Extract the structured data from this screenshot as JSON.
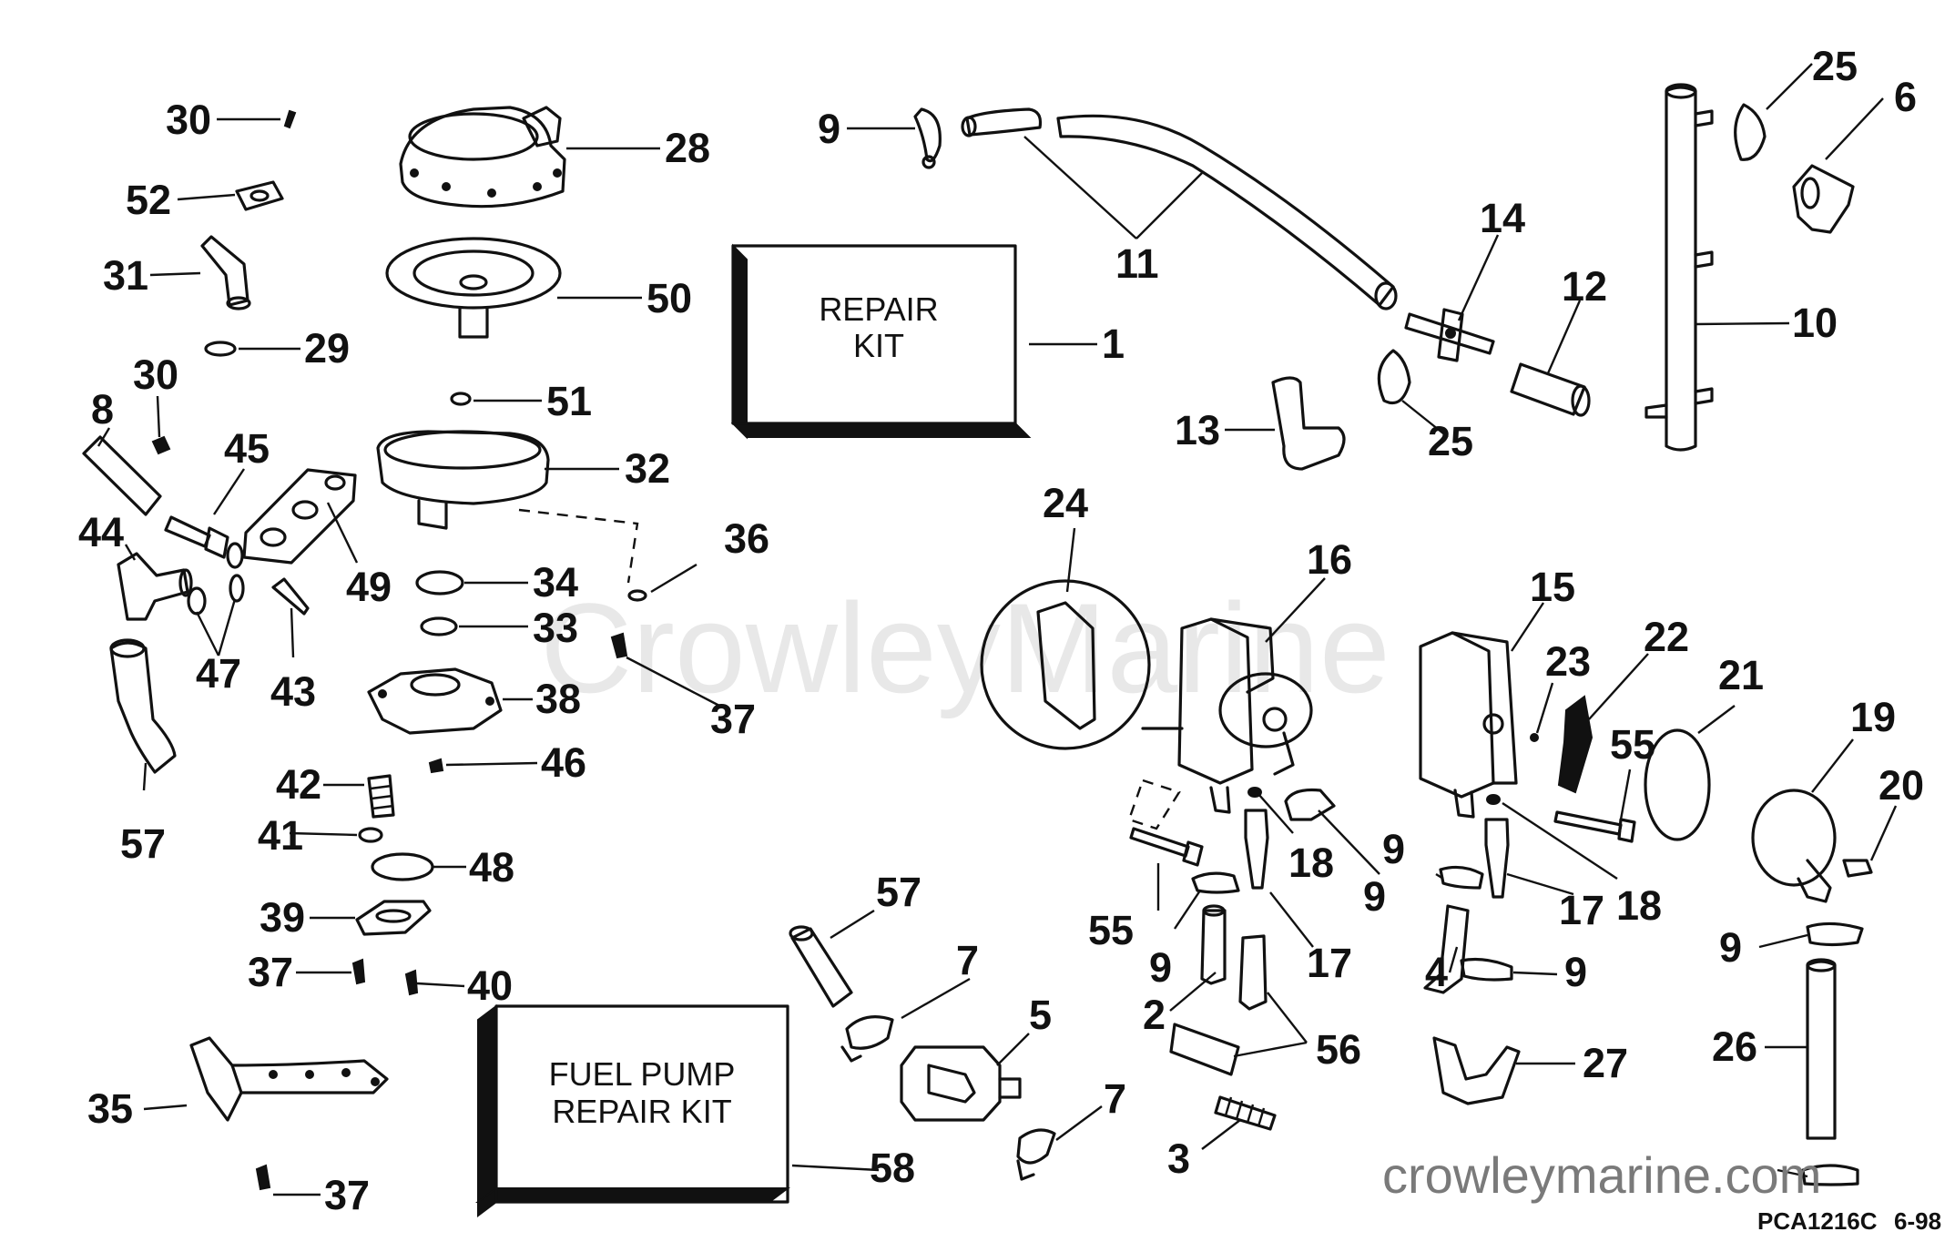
{
  "diagram": {
    "watermark": "CrowleyMarine",
    "website": "crowleymarine.com",
    "figure_code": "PCA1216C",
    "figure_date": "6-98",
    "kits": [
      {
        "id": "repair-kit",
        "lines": [
          "REPAIR",
          "KIT"
        ]
      },
      {
        "id": "fuel-pump-repair-kit",
        "lines": [
          "FUEL PUMP",
          "REPAIR KIT"
        ]
      }
    ],
    "callouts": [
      {
        "n": "30"
      },
      {
        "n": "52"
      },
      {
        "n": "31"
      },
      {
        "n": "29"
      },
      {
        "n": "30"
      },
      {
        "n": "8"
      },
      {
        "n": "45"
      },
      {
        "n": "44"
      },
      {
        "n": "47"
      },
      {
        "n": "43"
      },
      {
        "n": "49"
      },
      {
        "n": "57"
      },
      {
        "n": "28"
      },
      {
        "n": "50"
      },
      {
        "n": "51"
      },
      {
        "n": "32"
      },
      {
        "n": "34"
      },
      {
        "n": "33"
      },
      {
        "n": "36"
      },
      {
        "n": "37"
      },
      {
        "n": "38"
      },
      {
        "n": "46"
      },
      {
        "n": "42"
      },
      {
        "n": "41"
      },
      {
        "n": "48"
      },
      {
        "n": "39"
      },
      {
        "n": "37"
      },
      {
        "n": "40"
      },
      {
        "n": "35"
      },
      {
        "n": "37"
      },
      {
        "n": "9"
      },
      {
        "n": "11"
      },
      {
        "n": "1"
      },
      {
        "n": "14"
      },
      {
        "n": "13"
      },
      {
        "n": "25"
      },
      {
        "n": "12"
      },
      {
        "n": "10"
      },
      {
        "n": "25"
      },
      {
        "n": "6"
      },
      {
        "n": "24"
      },
      {
        "n": "16"
      },
      {
        "n": "15"
      },
      {
        "n": "23"
      },
      {
        "n": "22"
      },
      {
        "n": "21"
      },
      {
        "n": "19"
      },
      {
        "n": "20"
      },
      {
        "n": "55"
      },
      {
        "n": "18"
      },
      {
        "n": "18"
      },
      {
        "n": "9"
      },
      {
        "n": "17"
      },
      {
        "n": "17"
      },
      {
        "n": "55"
      },
      {
        "n": "9"
      },
      {
        "n": "9"
      },
      {
        "n": "4"
      },
      {
        "n": "9"
      },
      {
        "n": "57"
      },
      {
        "n": "7"
      },
      {
        "n": "5"
      },
      {
        "n": "2"
      },
      {
        "n": "56"
      },
      {
        "n": "27"
      },
      {
        "n": "26"
      },
      {
        "n": "7"
      },
      {
        "n": "3"
      },
      {
        "n": "58"
      },
      {
        "n": "9"
      }
    ]
  }
}
